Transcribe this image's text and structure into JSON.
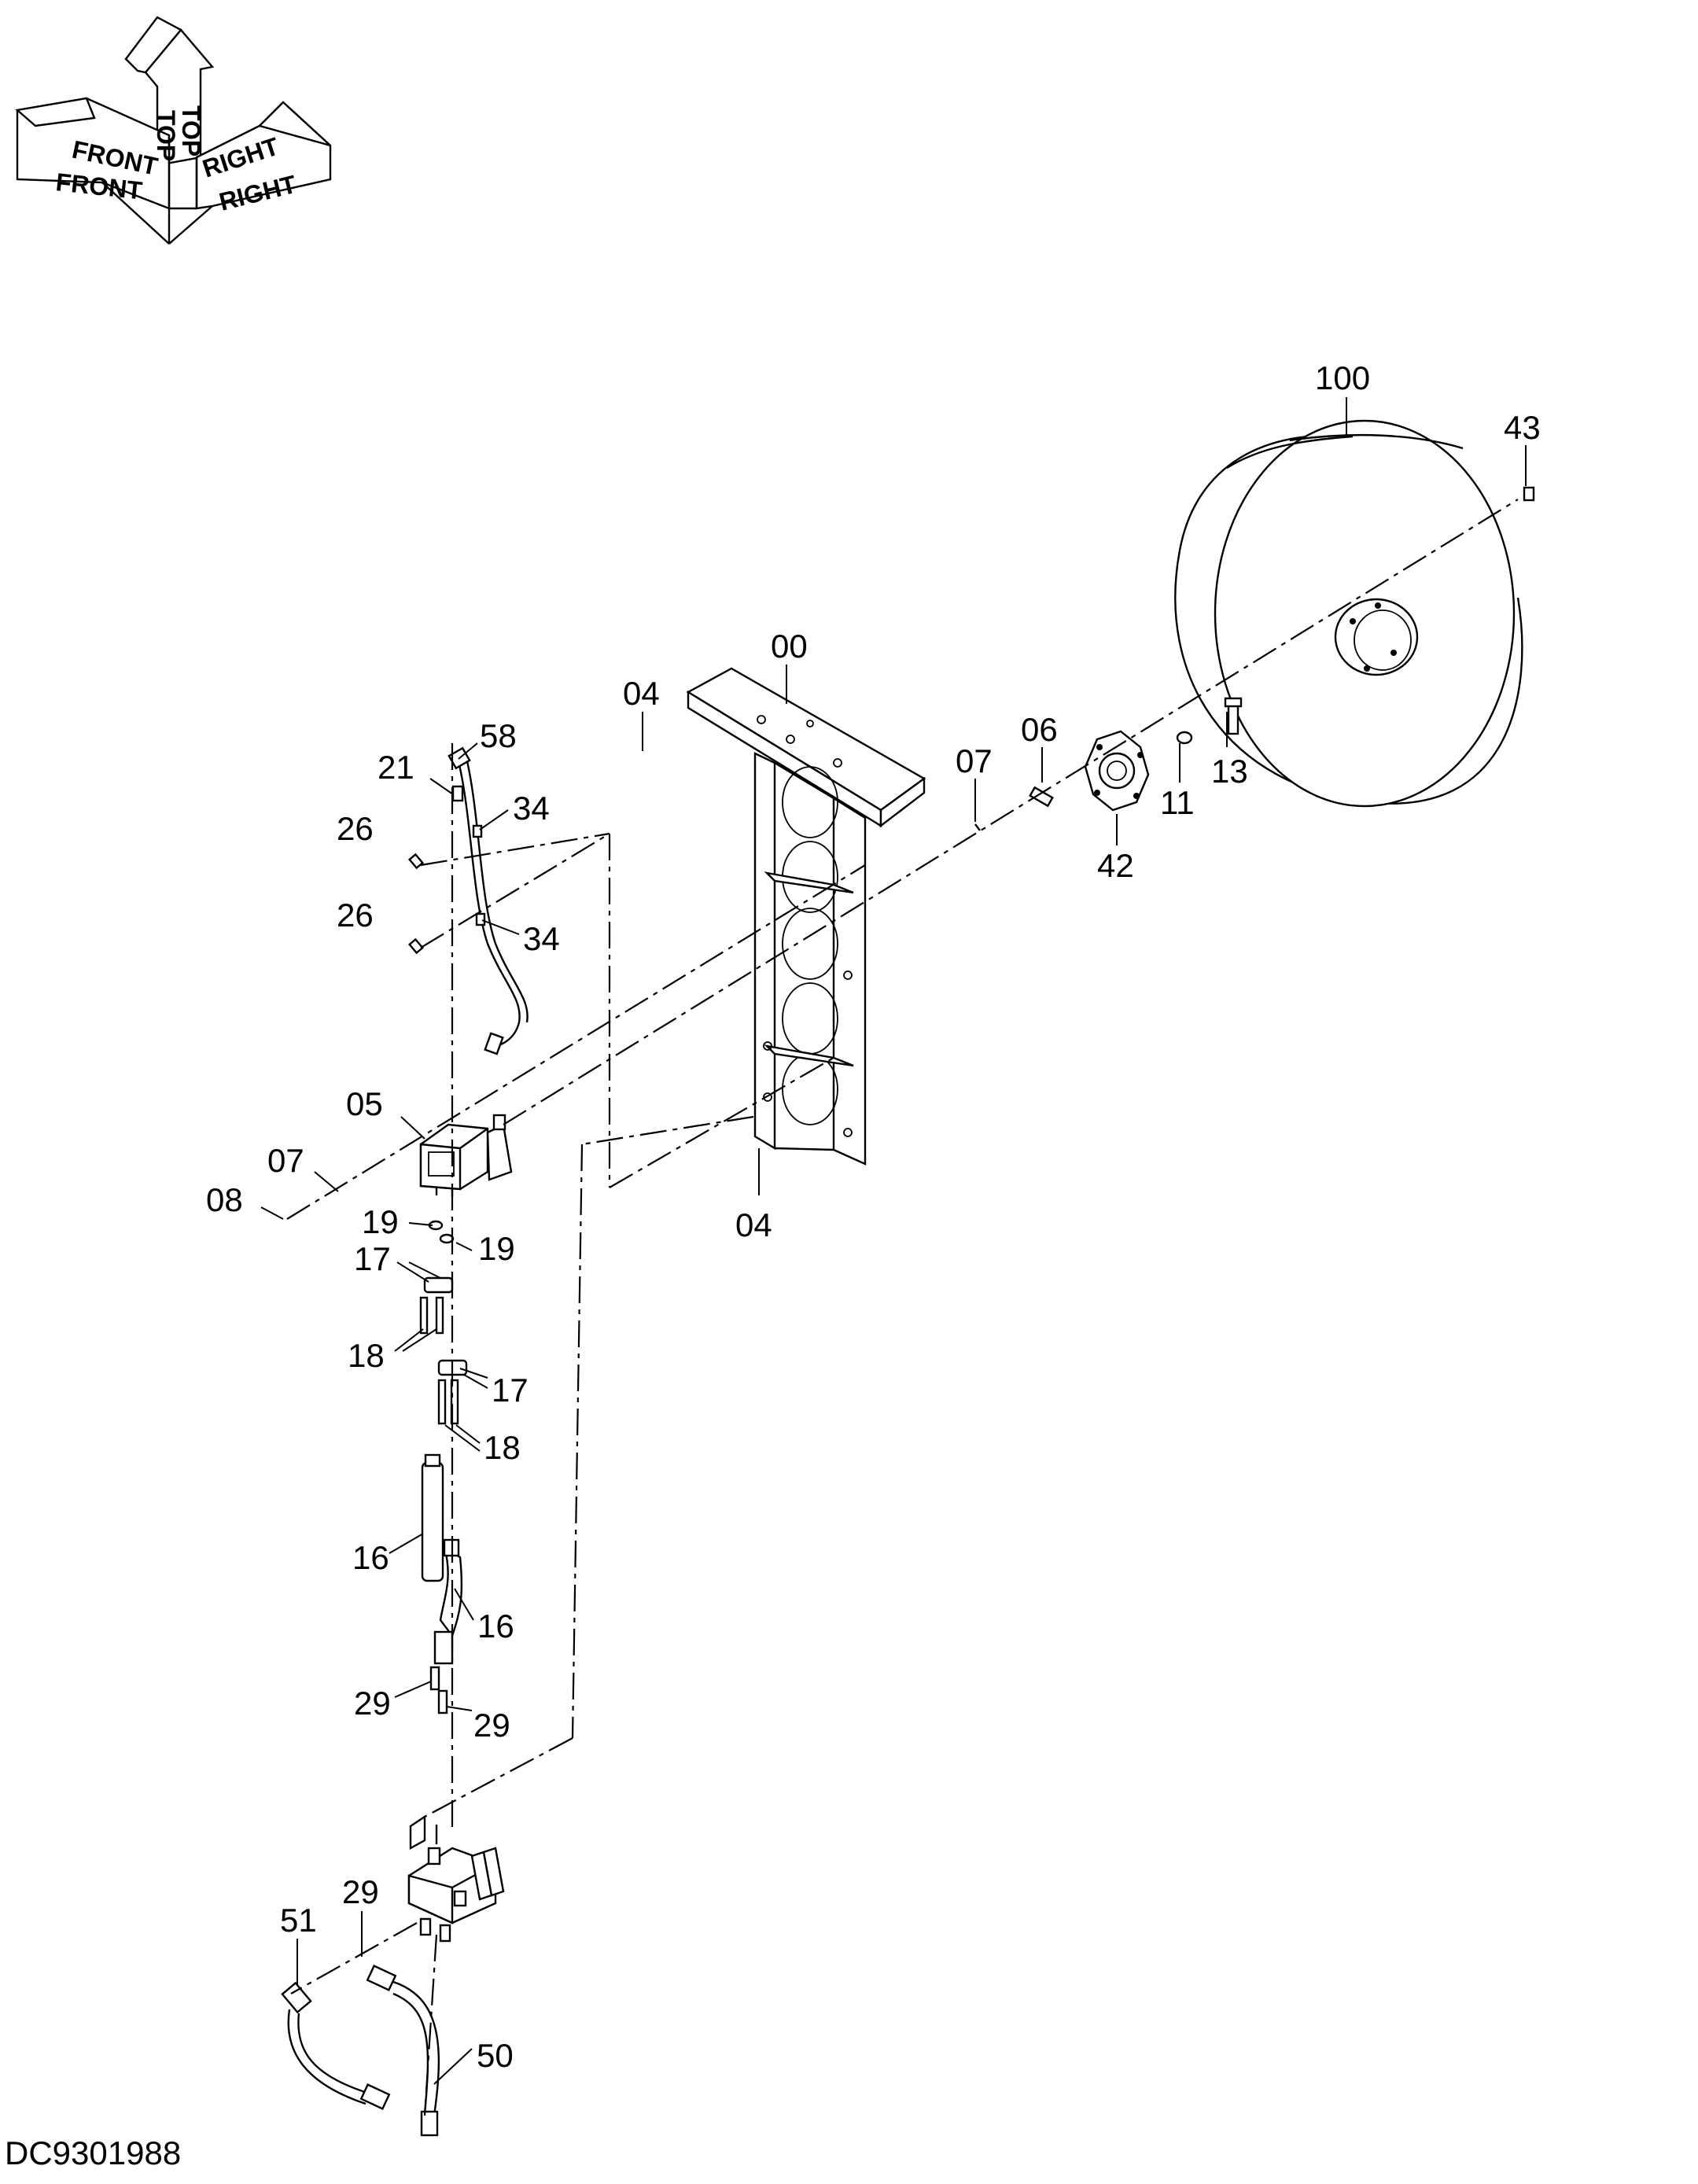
{
  "orientation": {
    "top": "TOP",
    "front": "FRONT",
    "right": "RIGHT"
  },
  "doc_id": "DC9301988",
  "callouts": {
    "c100": "100",
    "c43": "43",
    "c00": "00",
    "c04a": "04",
    "c04b": "04",
    "c06": "06",
    "c07a": "07",
    "c07b": "07",
    "c08": "08",
    "c11": "11",
    "c13": "13",
    "c42": "42",
    "c58": "58",
    "c21": "21",
    "c34a": "34",
    "c34b": "34",
    "c26a": "26",
    "c26b": "26",
    "c05": "05",
    "c19a": "19",
    "c19b": "19",
    "c17a": "17",
    "c17b": "17",
    "c18a": "18",
    "c18b": "18",
    "c16a": "16",
    "c16b": "16",
    "c29a": "29",
    "c29b": "29",
    "c29c": "29",
    "c51": "51",
    "c50": "50"
  }
}
